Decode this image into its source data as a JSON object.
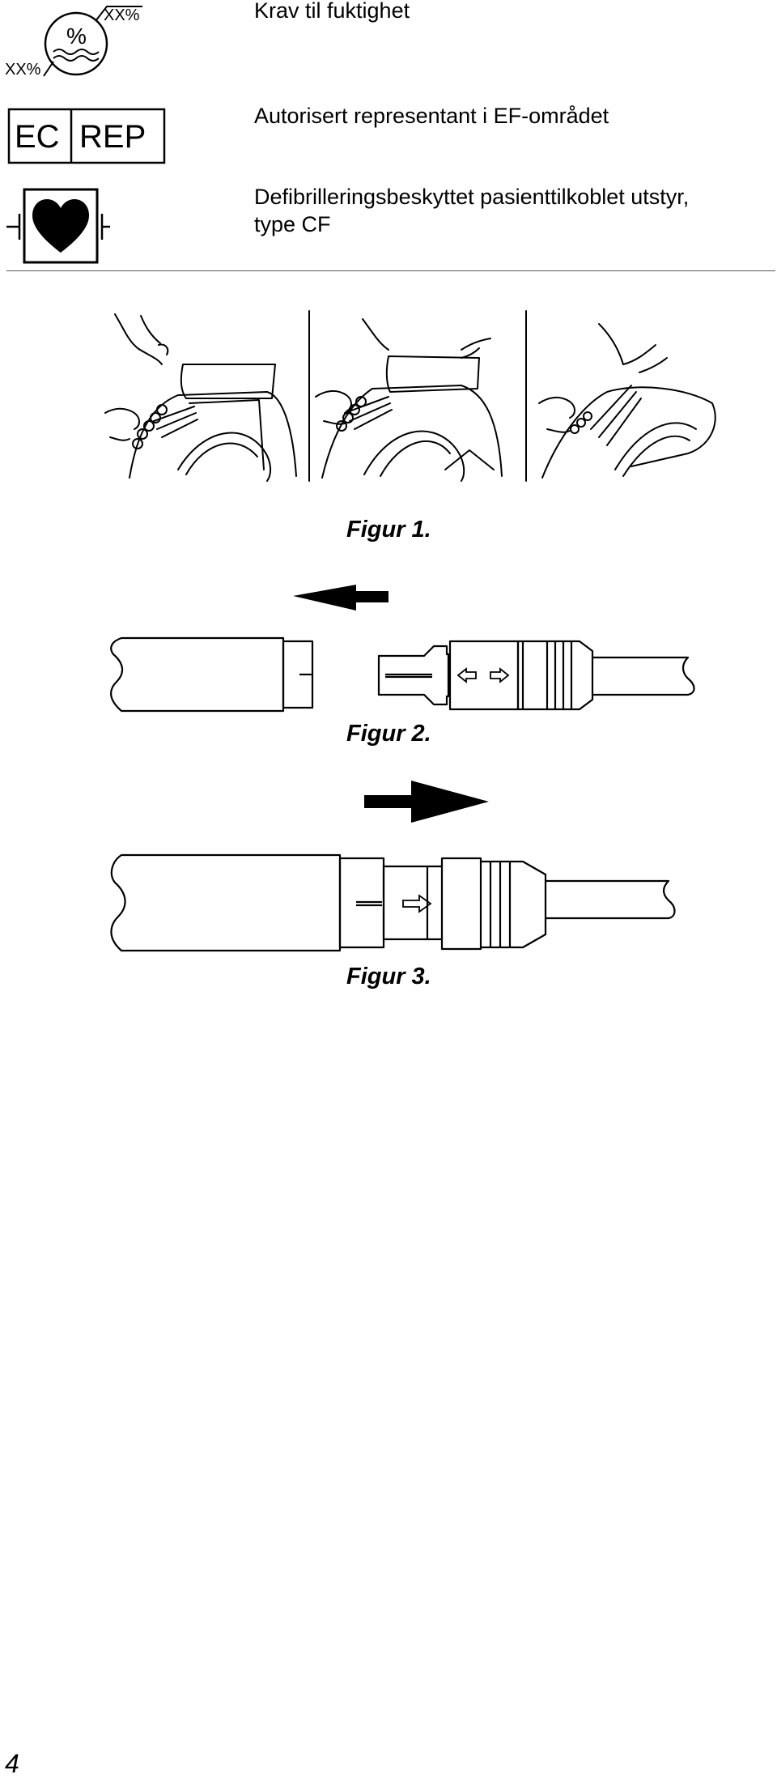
{
  "symbols": [
    {
      "icon": "humidity-limit-icon",
      "text": "Krav til fuktighet",
      "icon_labels": {
        "upper": "XX%",
        "lower": "XX%",
        "center": "%"
      }
    },
    {
      "icon": "ec-rep-icon",
      "text": "Autorisert representant i EF-området",
      "icon_labels": {
        "left": "EC",
        "right": "REP"
      }
    },
    {
      "icon": "defibrillation-proof-type-cf-icon",
      "text_line1": "Defibrilleringsbeskyttet pasienttilkoblet utstyr,",
      "text_line2": "type CF"
    }
  ],
  "figures": [
    {
      "caption": "Figur 1."
    },
    {
      "caption": "Figur 2."
    },
    {
      "caption": "Figur 3."
    }
  ],
  "page_number": "4"
}
